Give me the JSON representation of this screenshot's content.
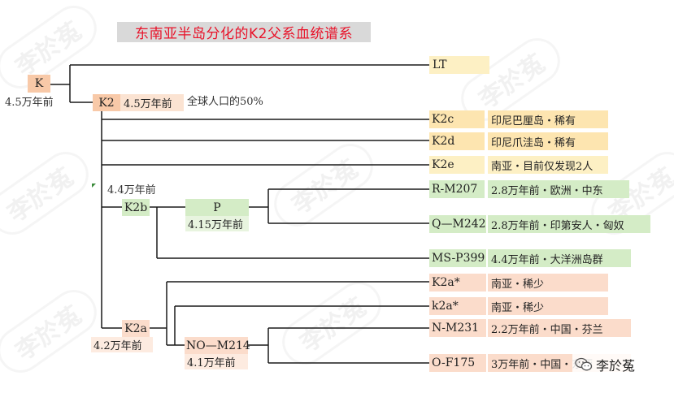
{
  "title": "东南亚半岛分化的K2父系血统谱系",
  "watermark": "李於菟",
  "nodes": {
    "k": {
      "label": "K",
      "age": "4.5万年前",
      "color": "#f8c9a8"
    },
    "lt": {
      "label": "LT",
      "color": "#fdf0c4"
    },
    "k2": {
      "label": "K2",
      "age": "4.5万年前",
      "note": "全球人口的50%",
      "color": "#f8c9a8"
    },
    "k2c": {
      "label": "K2c",
      "desc": "印尼巴厘岛・稀有",
      "color": "#fde5b0"
    },
    "k2d": {
      "label": "K2d",
      "desc": "印尼爪洼岛・稀有",
      "color": "#fde5b0"
    },
    "k2e": {
      "label": "K2e",
      "desc": "南亚・目前仅发现2人",
      "color": "#fdf0c4"
    },
    "k2b": {
      "label": "K2b",
      "age": "4.4万年前",
      "color": "#d4ecc6"
    },
    "p": {
      "label": "P",
      "age": "4.15万年前",
      "color": "#d4ecc6"
    },
    "rm207": {
      "label": "R-M207",
      "desc": "2.8万年前・欧洲・中东",
      "color": "#d4ecc6"
    },
    "qm242": {
      "label": "Q—M242",
      "desc": "2.8万年前・印第安人・匈奴",
      "color": "#d4ecc6"
    },
    "msp399": {
      "label": "MS-P399",
      "desc": "4.4万年前・大洋洲岛群",
      "color": "#d4ecc6"
    },
    "k2a_star": {
      "label": "K2a*",
      "desc": "南亚・稀少",
      "color": "#fbdccb"
    },
    "k2a_star2": {
      "label": "k2a*",
      "desc": "南亚・稀少",
      "color": "#fbdccb"
    },
    "k2a": {
      "label": "K2a",
      "age": "4.2万年前",
      "color": "#fbdccb"
    },
    "nom214": {
      "label": "NO—M214",
      "age": "4.1万年前",
      "color": "#fbdccb"
    },
    "nm231": {
      "label": "N-M231",
      "desc": "2.2万年前・中国・芬兰",
      "color": "#fbdccb"
    },
    "of175": {
      "label": "O-F175",
      "desc": "3万年前・中国・东亚",
      "color": "#fbdccb"
    }
  }
}
